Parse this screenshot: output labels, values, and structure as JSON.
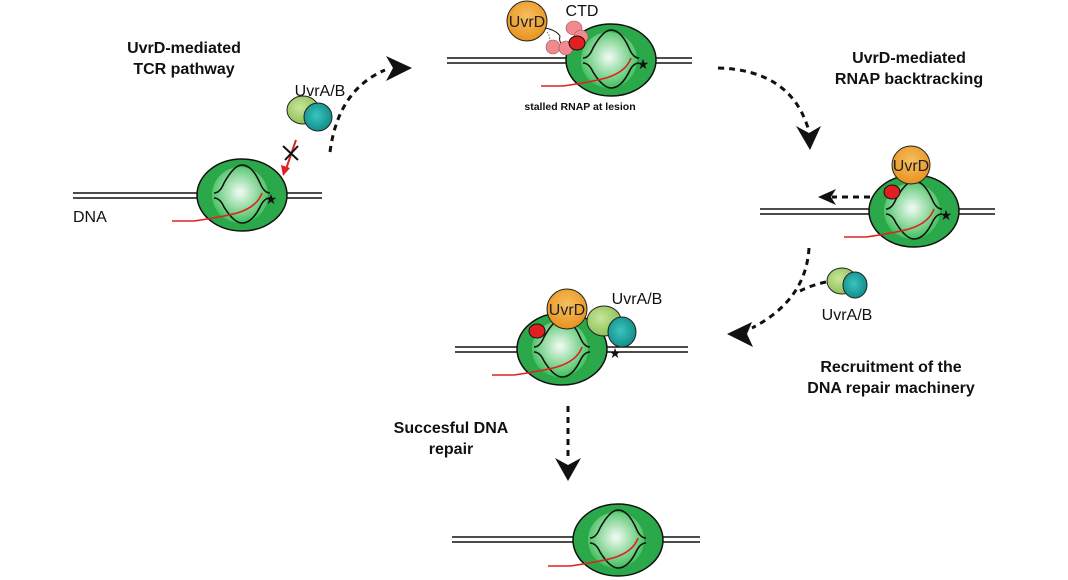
{
  "title_left": [
    "UvrD-mediated",
    "TCR pathway"
  ],
  "title_right": [
    "UvrD-mediated",
    "RNAP backtracking"
  ],
  "recruitment": [
    "Recruitment of the",
    "DNA repair machinery"
  ],
  "repair": [
    "Succesful DNA",
    "repair"
  ],
  "labels": {
    "dna": "DNA",
    "uvrab": "UvrA/B",
    "uvrd": "UvrD",
    "ctd": "CTD",
    "stalled": "stalled RNAP at lesion"
  },
  "colors": {
    "rnap": "#2db34a",
    "rnap_center": "#e8f7ea",
    "uvrd": "#f0a030",
    "uvra": "#a8d070",
    "uvrb": "#1aa3a0",
    "ctd": "#f08a90",
    "red": "#e02020"
  }
}
